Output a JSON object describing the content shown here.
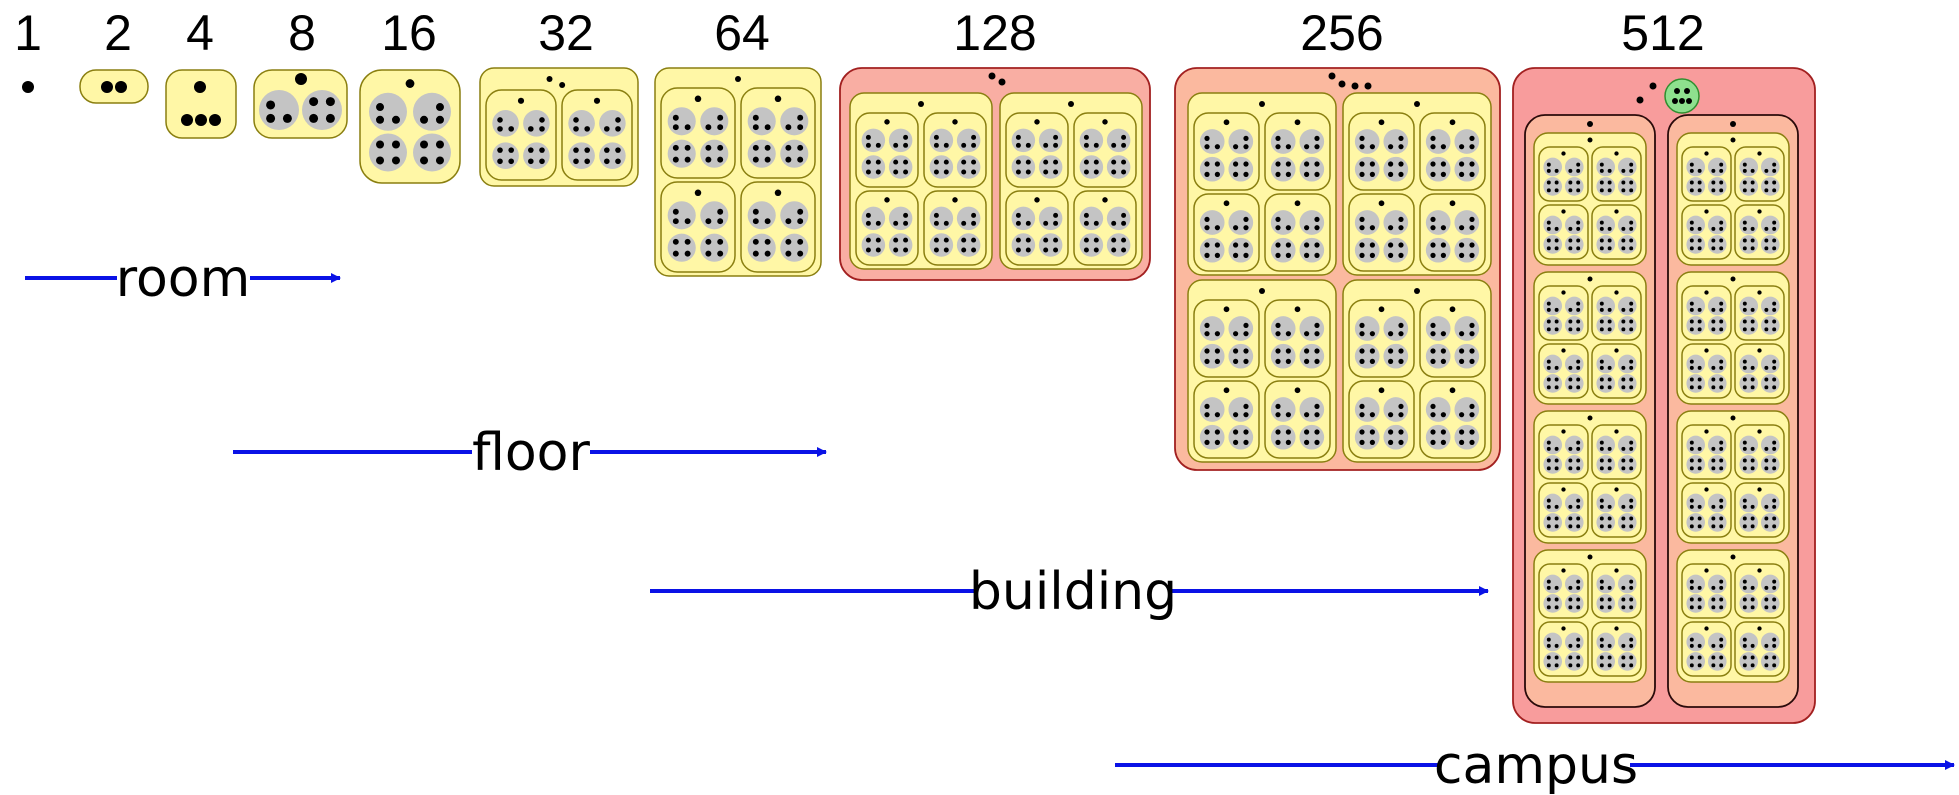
{
  "sizes": [
    "1",
    "2",
    "4",
    "8",
    "16",
    "32",
    "64",
    "128",
    "256",
    "512"
  ],
  "scales": [
    {
      "label": "room"
    },
    {
      "label": "floor"
    },
    {
      "label": "building"
    },
    {
      "label": "campus"
    }
  ],
  "colors": {
    "yellow_fill": "#FFF7A6",
    "yellow_stroke": "#8A7F10",
    "gray_fill": "#C4C4C4",
    "pink_fill": "#F9AEA3",
    "salmon_fill": "#FBB99F",
    "red_fill": "#F89C9C",
    "red_stroke": "#A22020",
    "green_fill": "#8EE08E",
    "arrow": "#0A12E6",
    "dot": "#000000"
  }
}
